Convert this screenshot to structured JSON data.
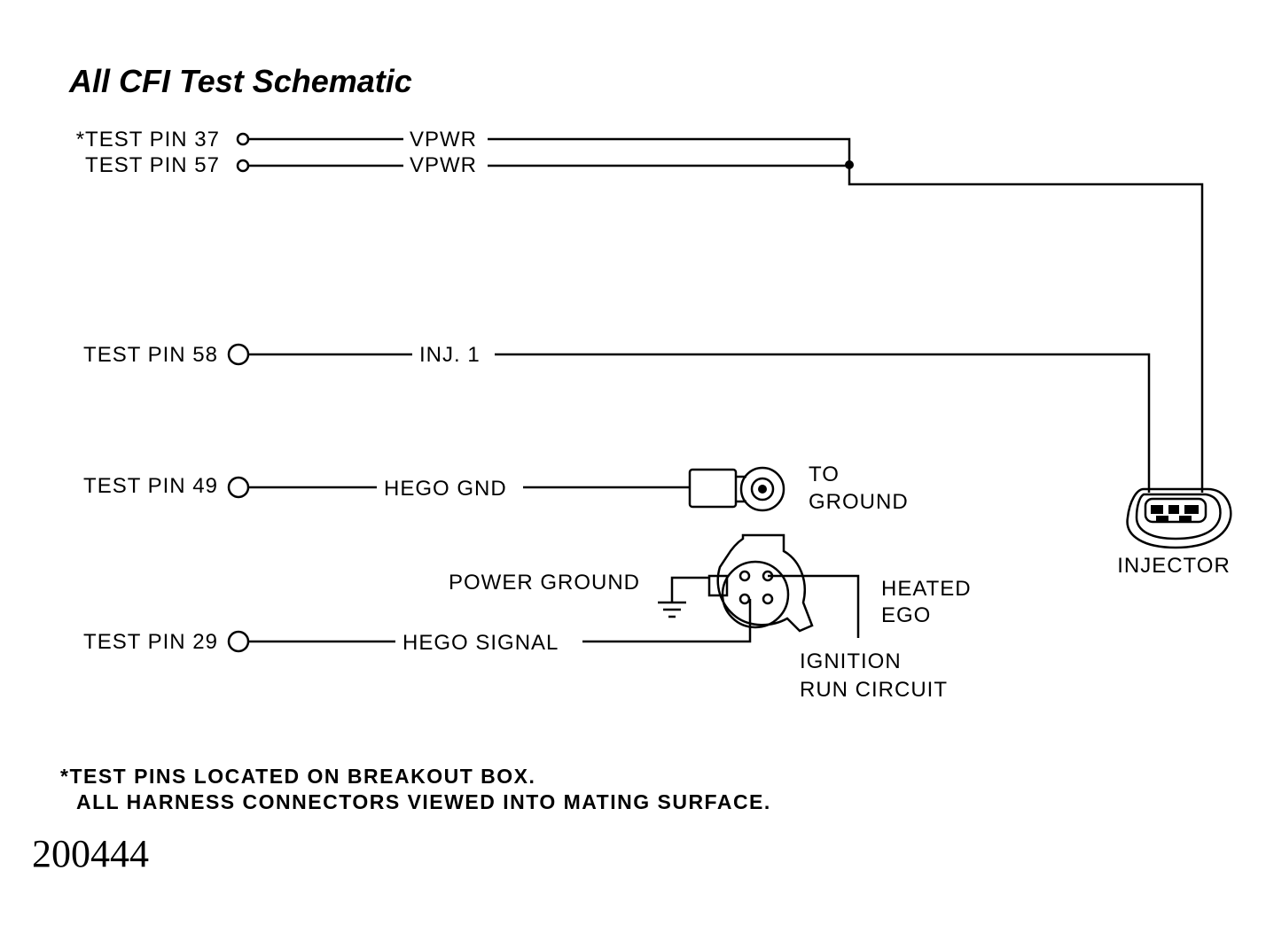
{
  "title": "All CFI Test Schematic",
  "pins": {
    "p37": "*TEST PIN 37",
    "p57": "TEST PIN 57",
    "p58": "TEST PIN 58",
    "p49": "TEST PIN 49",
    "p29": "TEST PIN 29"
  },
  "wires": {
    "vpwr1": "VPWR",
    "vpwr2": "VPWR",
    "inj1": "INJ. 1",
    "hego_gnd": "HEGO GND",
    "hego_signal": "HEGO SIGNAL"
  },
  "components": {
    "injector": "INJECTOR",
    "to_ground_1": "TO",
    "to_ground_2": "GROUND",
    "power_ground": "POWER GROUND",
    "heated_ego_1": "HEATED",
    "heated_ego_2": "EGO",
    "ignition_1": "IGNITION",
    "ignition_2": "RUN CIRCUIT"
  },
  "notes": {
    "line1": "*TEST PINS LOCATED ON BREAKOUT BOX.",
    "line2": "ALL HARNESS CONNECTORS VIEWED INTO MATING SURFACE."
  },
  "figure_number": "200444"
}
